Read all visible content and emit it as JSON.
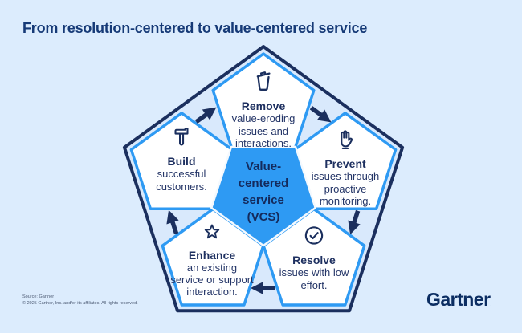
{
  "page": {
    "title": "From resolution-centered to value-centered service"
  },
  "colors": {
    "background": "#dcecfd",
    "navy": "#1b2f5e",
    "title_navy": "#163a77",
    "accent_blue": "#2e9af3",
    "segment_fill": "#ffffff",
    "inner_fill": "#d9e9fc"
  },
  "center": {
    "label": "Value-centered service (VCS)"
  },
  "segments": [
    {
      "title": "Remove",
      "body": "value-eroding issues and interactions.",
      "icon": "trash-icon"
    },
    {
      "title": "Prevent",
      "body": "issues through proactive monitoring.",
      "icon": "raised-hand-icon"
    },
    {
      "title": "Resolve",
      "body": "issues with low effort.",
      "icon": "check-circle-icon"
    },
    {
      "title": "Enhance",
      "body": "an existing service or support interaction.",
      "icon": "star-icon"
    },
    {
      "title": "Build",
      "body": "successful customers.",
      "icon": "hammer-icon"
    }
  ],
  "footer": {
    "source_line1": "Source: Gartner",
    "source_line2": "© 2025 Gartner, Inc. and/or its affiliates. All rights reserved.",
    "logo": "Gartner",
    "logo_mark": "."
  }
}
